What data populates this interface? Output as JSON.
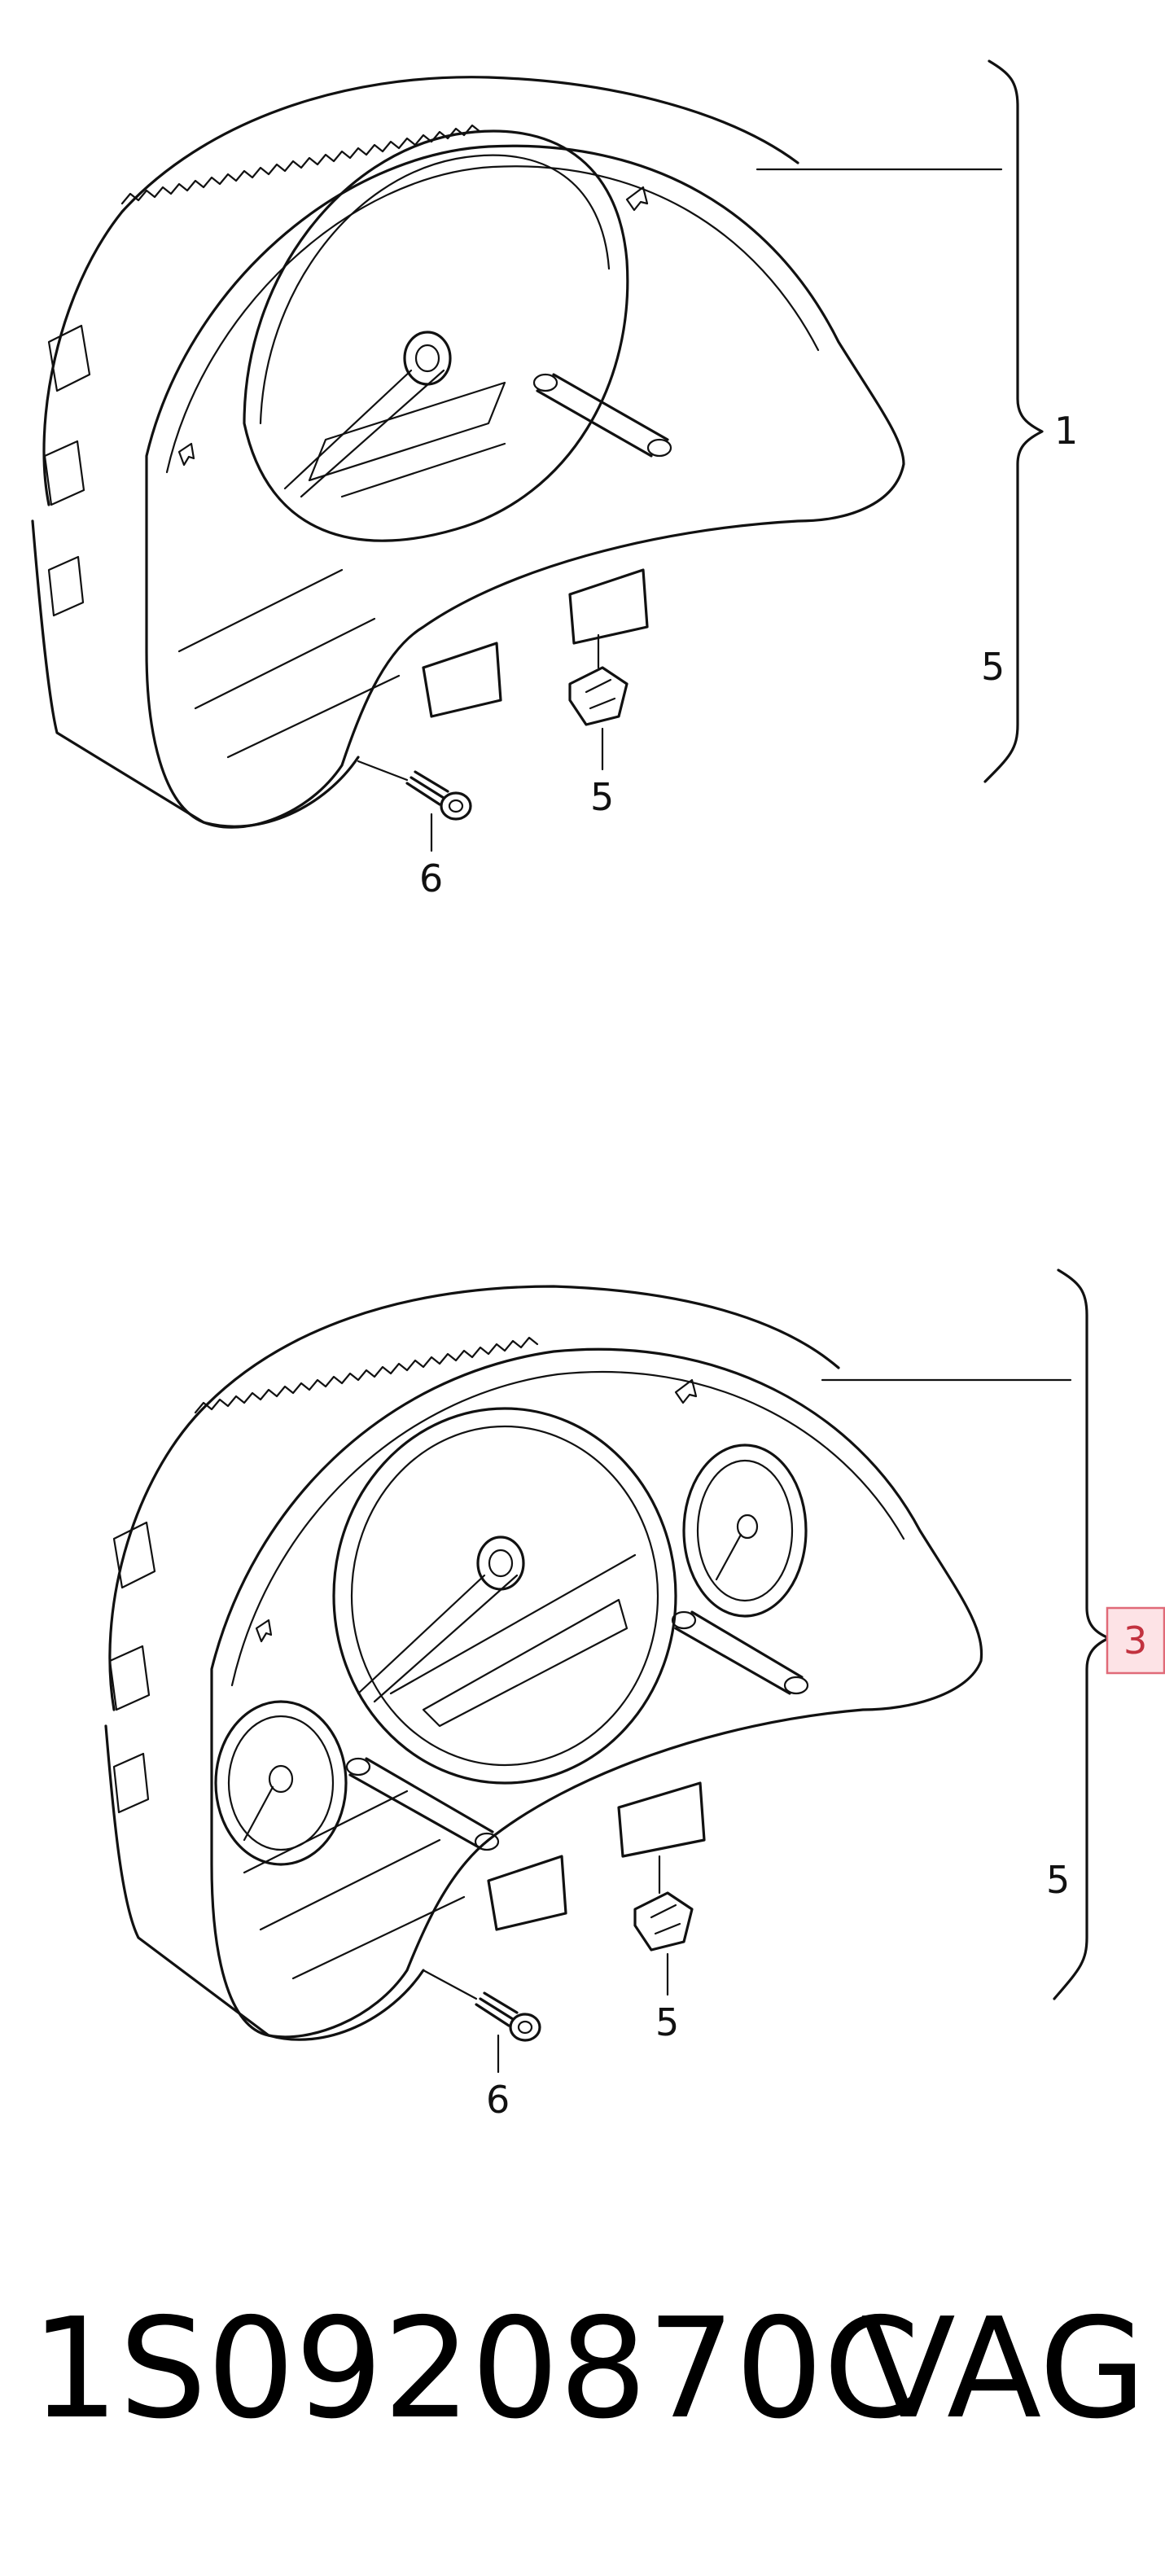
{
  "assembly_top": {
    "callouts": {
      "assembly": "1",
      "bracket_side": "5",
      "clip": "5",
      "screw": "6"
    }
  },
  "assembly_bottom": {
    "callouts": {
      "assembly": "3",
      "bracket_side": "5",
      "clip": "5",
      "screw": "6"
    },
    "highlight_color": "#fde3e6"
  },
  "footer": {
    "part_number": "1S0920870C",
    "brand": "VAG"
  }
}
